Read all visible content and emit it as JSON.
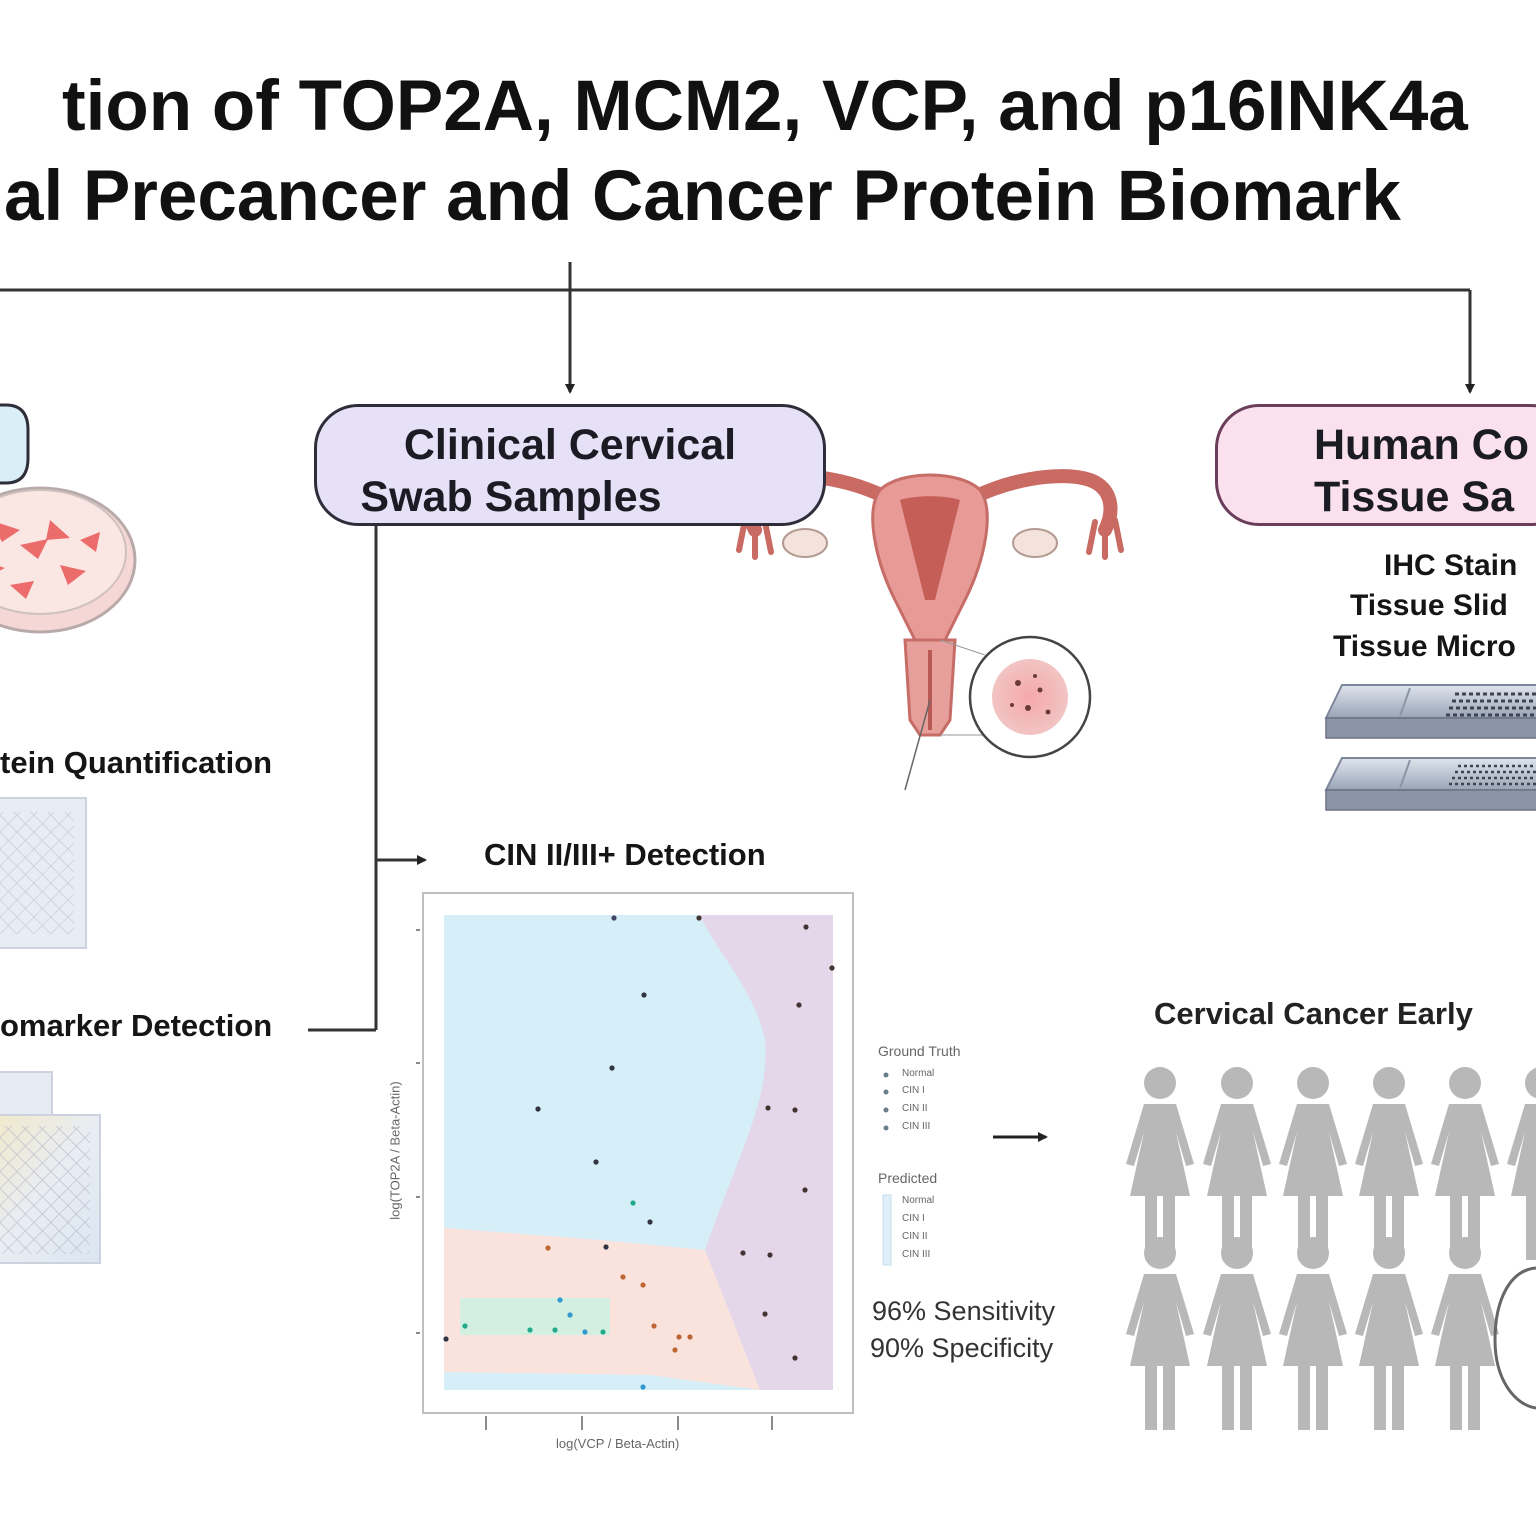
{
  "title": {
    "line1": "tion of TOP2A, MCM2, VCP, and p16INK4a",
    "line2": "al Precancer and Cancer Protein Biomark"
  },
  "boxes": {
    "swab": {
      "line1": "Clinical Cervical",
      "line2": "Swab Samples"
    },
    "tissue": {
      "line1": "Human Co",
      "line2": "Tissue Sa"
    }
  },
  "left_panel": {
    "quant_label": "tein Quantification",
    "detect_label": "omarker Detection"
  },
  "ihc": {
    "line1": "IHC Stain",
    "line2": "Tissue Slid",
    "line3": "Tissue Micro"
  },
  "plot": {
    "title": "CIN II/III+  Detection",
    "xlabel": "log(VCP / Beta-Actin)",
    "ylabel": "log(TOP2A / Beta-Actin)",
    "legend_truth_title": "Ground Truth",
    "legend_pred_title": "Predicted",
    "legend_items": [
      "Normal",
      "CIN I",
      "CIN II",
      "CIN III"
    ]
  },
  "metrics": {
    "sensitivity": "96% Sensitivity",
    "specificity": "90% Specificity"
  },
  "early": {
    "label": "Cervical Cancer Early"
  },
  "colors": {
    "swab_fill": "#e6e1f7",
    "tissue_fill": "#fbe1ee",
    "region_blue": "#d5eef8",
    "region_pink": "#fbe3dd",
    "region_purple": "#e4d7ea",
    "region_green": "#d2efe2",
    "figure_gray": "#b8b8b8"
  }
}
